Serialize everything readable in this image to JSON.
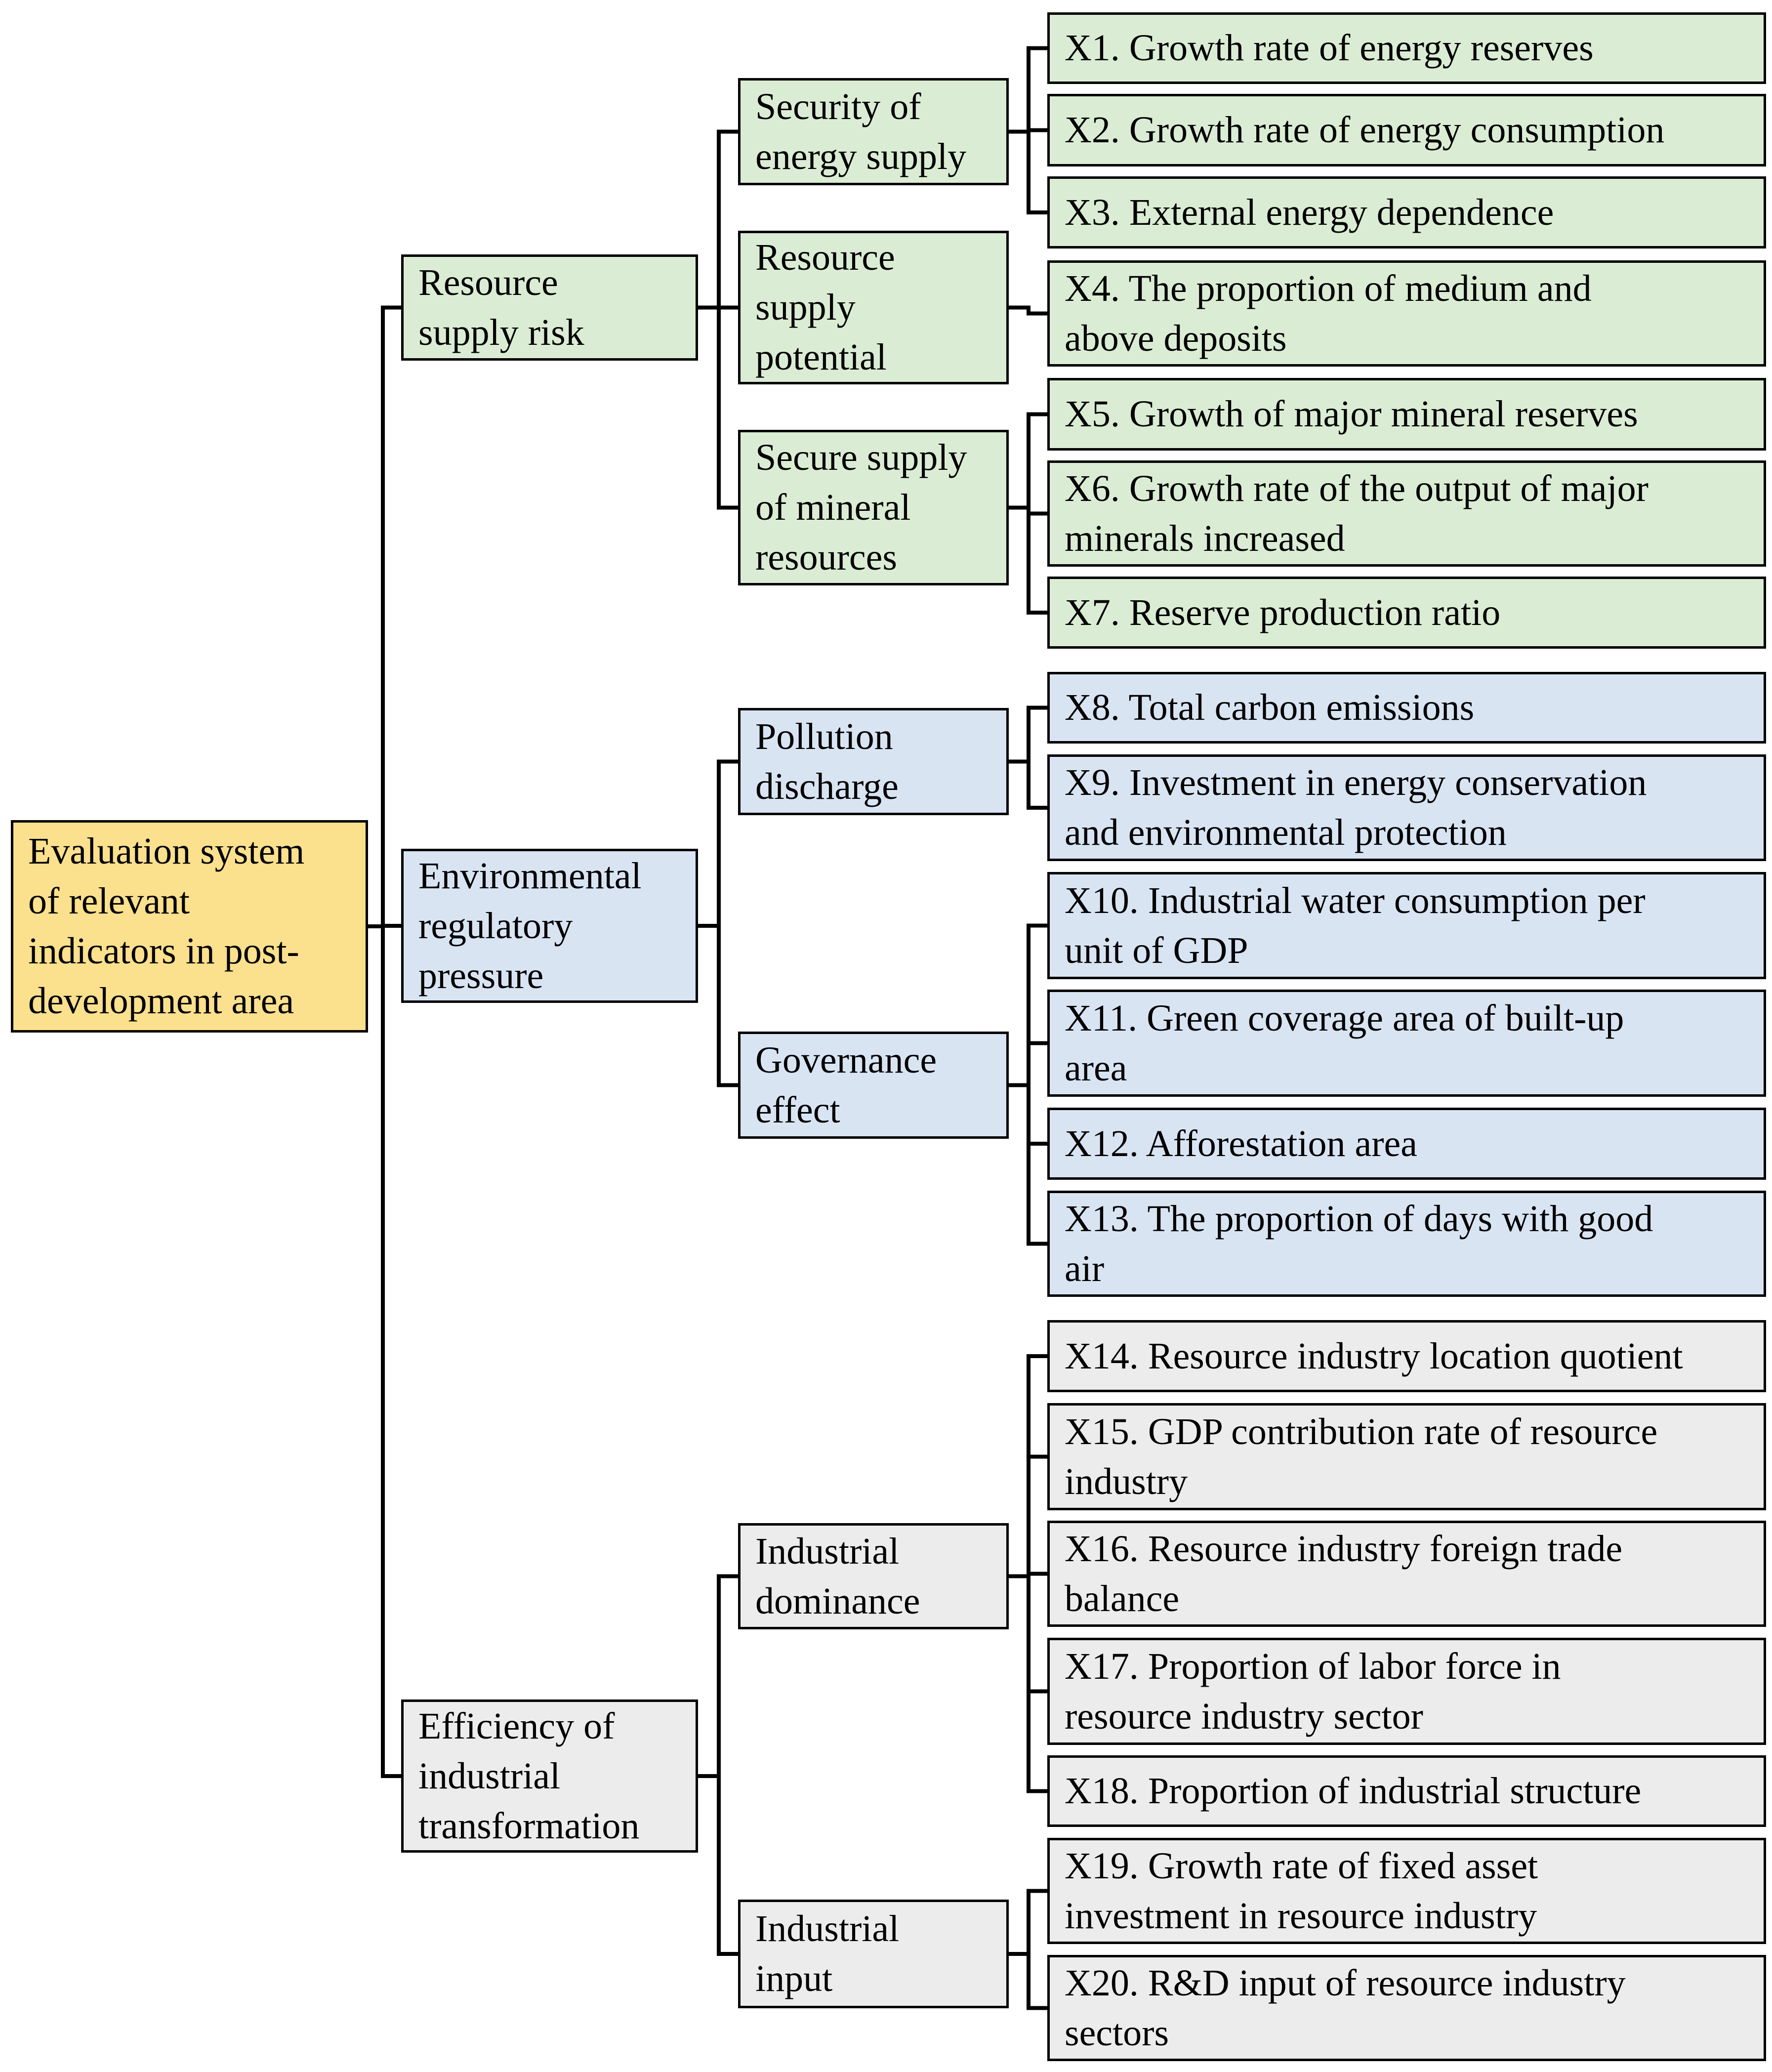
{
  "colors": {
    "root": "#fbe08d",
    "group_1": "#dbecd4",
    "group_2": "#d9e4f3",
    "group_3": "#ececec",
    "lines": "#000000"
  },
  "root": {
    "label": "Evaluation system\nof relevant\nindicators in post-\ndevelopment area"
  },
  "groups": [
    {
      "label": "Resource\nsupply risk",
      "subcategories": [
        {
          "label": "Security of\nenergy supply",
          "indicators": [
            "X1. Growth rate of energy reserves",
            "X2. Growth rate of energy consumption",
            "X3. External energy dependence"
          ]
        },
        {
          "label": "Resource\nsupply\npotential",
          "indicators": [
            "X4. The proportion of medium and\nabove deposits"
          ]
        },
        {
          "label": "Secure supply\nof mineral\nresources",
          "indicators": [
            "X5. Growth of major mineral reserves",
            "X6. Growth rate of the output of major\nminerals increased",
            "X7. Reserve production ratio"
          ]
        }
      ]
    },
    {
      "label": "Environmental\nregulatory\npressure",
      "subcategories": [
        {
          "label": "Pollution\ndischarge",
          "indicators": [
            "X8. Total carbon emissions",
            "X9. Investment in energy conservation\nand environmental protection"
          ]
        },
        {
          "label": "Governance\neffect",
          "indicators": [
            "X10. Industrial water consumption per\nunit of GDP",
            "X11. Green coverage area of built-up\narea",
            "X12. Afforestation area",
            "X13. The proportion of days with good\nair"
          ]
        }
      ]
    },
    {
      "label": "Efficiency of\nindustrial\ntransformation",
      "subcategories": [
        {
          "label": "Industrial\ndominance",
          "indicators": [
            "X14. Resource industry location quotient",
            "X15. GDP contribution rate of resource\nindustry",
            "X16. Resource industry foreign trade\nbalance",
            "X17. Proportion of labor force in\nresource industry sector",
            "X18. Proportion of industrial structure"
          ]
        },
        {
          "label": "Industrial\ninput",
          "indicators": [
            "X19. Growth rate of fixed asset\ninvestment in resource industry",
            "X20. R&D input of resource industry\nsectors"
          ]
        }
      ]
    }
  ]
}
